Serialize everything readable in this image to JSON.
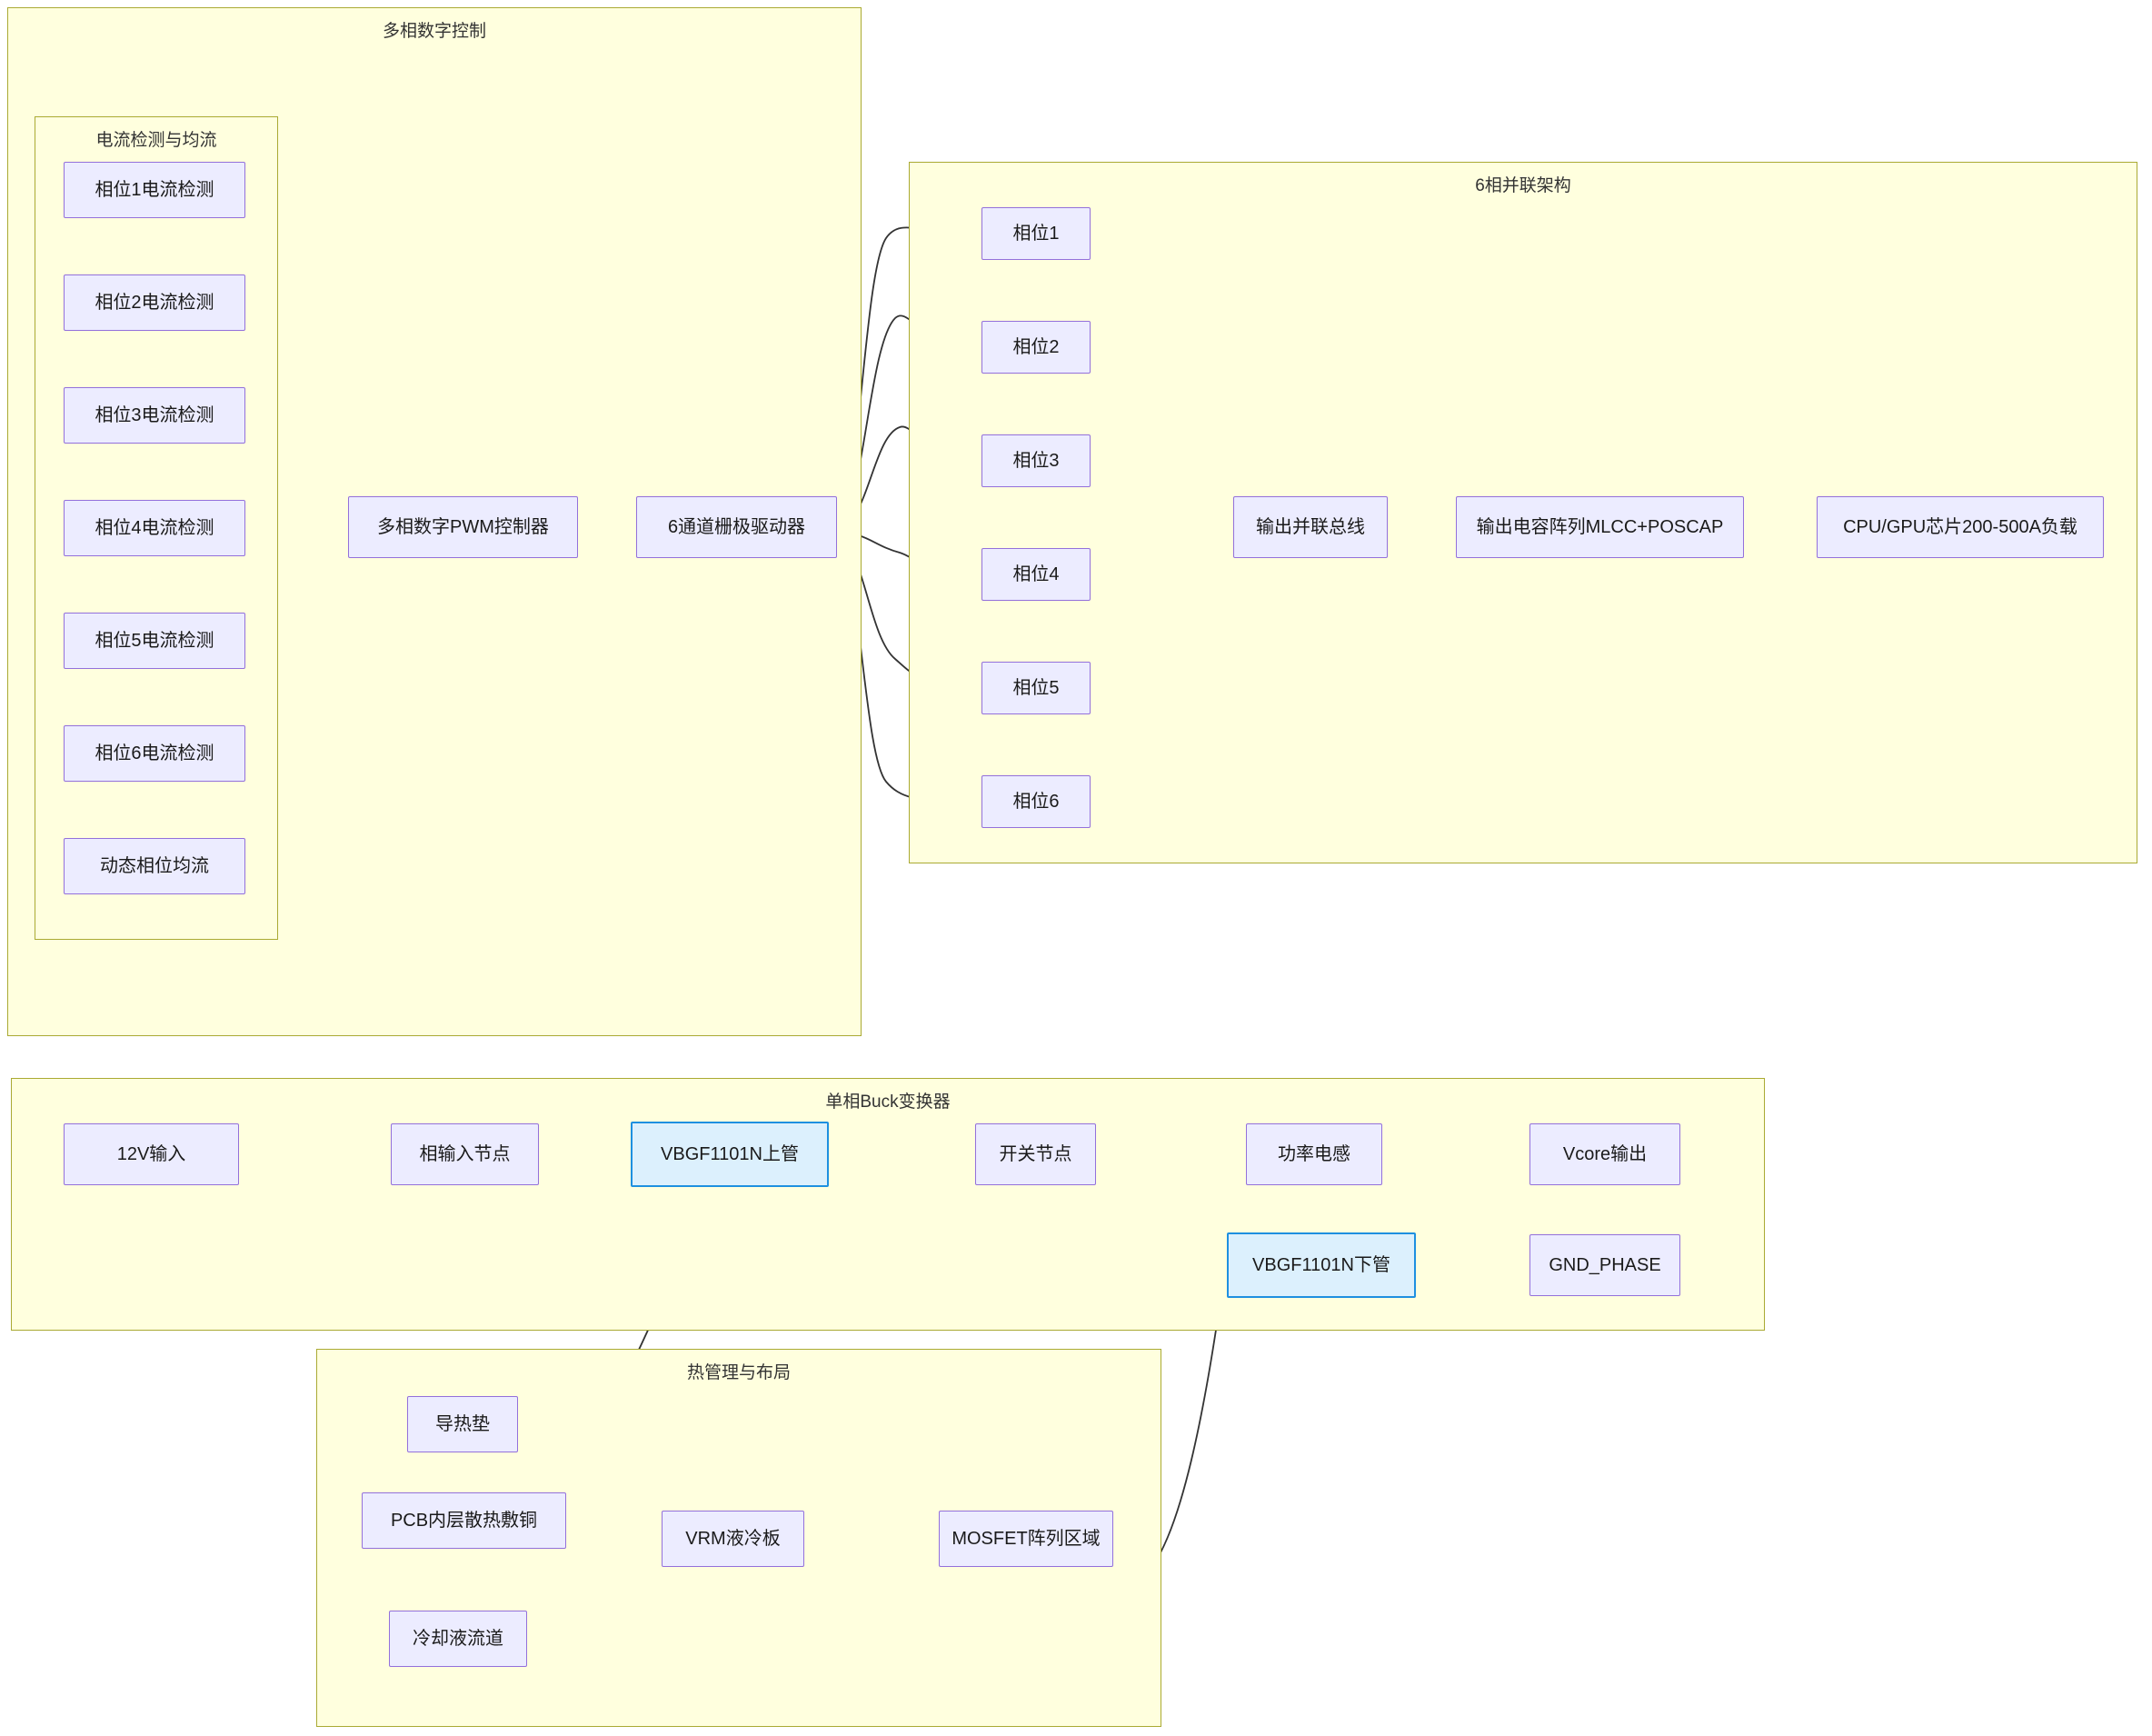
{
  "diagram": {
    "type": "flowchart",
    "title_hidden": true,
    "colors": {
      "cluster_fill": "#ffffde",
      "cluster_stroke": "#aaaa33",
      "node_fill": "#ececff",
      "node_stroke": "#9370db",
      "highlight_fill": "#dcf0fd",
      "highlight_stroke": "#1e90e0",
      "edge_stroke": "#333333",
      "background": "#ffffff"
    }
  },
  "clusters": [
    {
      "id": "c_multiphase",
      "label": "多相数字控制"
    },
    {
      "id": "c_sensing",
      "label": "电流检测与均流"
    },
    {
      "id": "c_sixphase",
      "label": "6相并联架构"
    },
    {
      "id": "c_buck",
      "label": "单相Buck变换器"
    },
    {
      "id": "c_thermal",
      "label": "热管理与布局"
    }
  ],
  "nodes": {
    "sense1": "相位1电流检测",
    "sense2": "相位2电流检测",
    "sense3": "相位3电流检测",
    "sense4": "相位4电流检测",
    "sense5": "相位5电流检测",
    "sense6": "相位6电流检测",
    "balance": "动态相位均流",
    "pwm": "多相数字PWM控制器",
    "driver": "6通道栅极驱动器",
    "phase1": "相位1",
    "phase2": "相位2",
    "phase3": "相位3",
    "phase4": "相位4",
    "phase5": "相位5",
    "phase6": "相位6",
    "outbus": "输出并联总线",
    "caps": "输出电容阵列MLCC+POSCAP",
    "load": "CPU/GPU芯片200-500A负载",
    "vin": "12V输入",
    "phasein": "相输入节点",
    "hiside": "VBGF1101N上管",
    "swnode": "开关节点",
    "inductor": "功率电感",
    "vcore": "Vcore输出",
    "loside": "VBGF1101N下管",
    "gndphase": "GND_PHASE",
    "tpad": "导热垫",
    "pcbcu": "PCB内层散热敷铜",
    "coldplate": "VRM液冷板",
    "mosarea": "MOSFET阵列区域",
    "coolant": "冷却液流道"
  },
  "edges": [
    {
      "from": "sense1",
      "to": "pwm"
    },
    {
      "from": "sense2",
      "to": "pwm"
    },
    {
      "from": "sense3",
      "to": "pwm"
    },
    {
      "from": "sense4",
      "to": "pwm"
    },
    {
      "from": "sense5",
      "to": "pwm"
    },
    {
      "from": "sense6",
      "to": "pwm"
    },
    {
      "from": "balance",
      "to": "pwm"
    },
    {
      "from": "pwm",
      "to": "driver"
    },
    {
      "from": "driver",
      "to": "phase1"
    },
    {
      "from": "driver",
      "to": "phase2"
    },
    {
      "from": "driver",
      "to": "phase3"
    },
    {
      "from": "driver",
      "to": "phase4"
    },
    {
      "from": "driver",
      "to": "phase5"
    },
    {
      "from": "driver",
      "to": "phase6"
    },
    {
      "from": "phase1",
      "to": "outbus"
    },
    {
      "from": "phase2",
      "to": "outbus"
    },
    {
      "from": "phase3",
      "to": "outbus"
    },
    {
      "from": "phase4",
      "to": "outbus"
    },
    {
      "from": "phase5",
      "to": "outbus"
    },
    {
      "from": "phase6",
      "to": "outbus"
    },
    {
      "from": "outbus",
      "to": "caps"
    },
    {
      "from": "caps",
      "to": "load"
    },
    {
      "from": "vin",
      "to": "phasein"
    },
    {
      "from": "phasein",
      "to": "hiside"
    },
    {
      "from": "hiside",
      "to": "swnode"
    },
    {
      "from": "swnode",
      "to": "inductor"
    },
    {
      "from": "inductor",
      "to": "vcore"
    },
    {
      "from": "swnode",
      "to": "loside"
    },
    {
      "from": "loside",
      "to": "gndphase"
    },
    {
      "from": "tpad",
      "to": "coldplate"
    },
    {
      "from": "pcbcu",
      "to": "coldplate"
    },
    {
      "from": "coolant",
      "to": "coldplate"
    },
    {
      "from": "coldplate",
      "to": "mosarea"
    },
    {
      "from": "pcbcu",
      "to": "hiside"
    },
    {
      "from": "coolant",
      "to": "loside"
    }
  ]
}
